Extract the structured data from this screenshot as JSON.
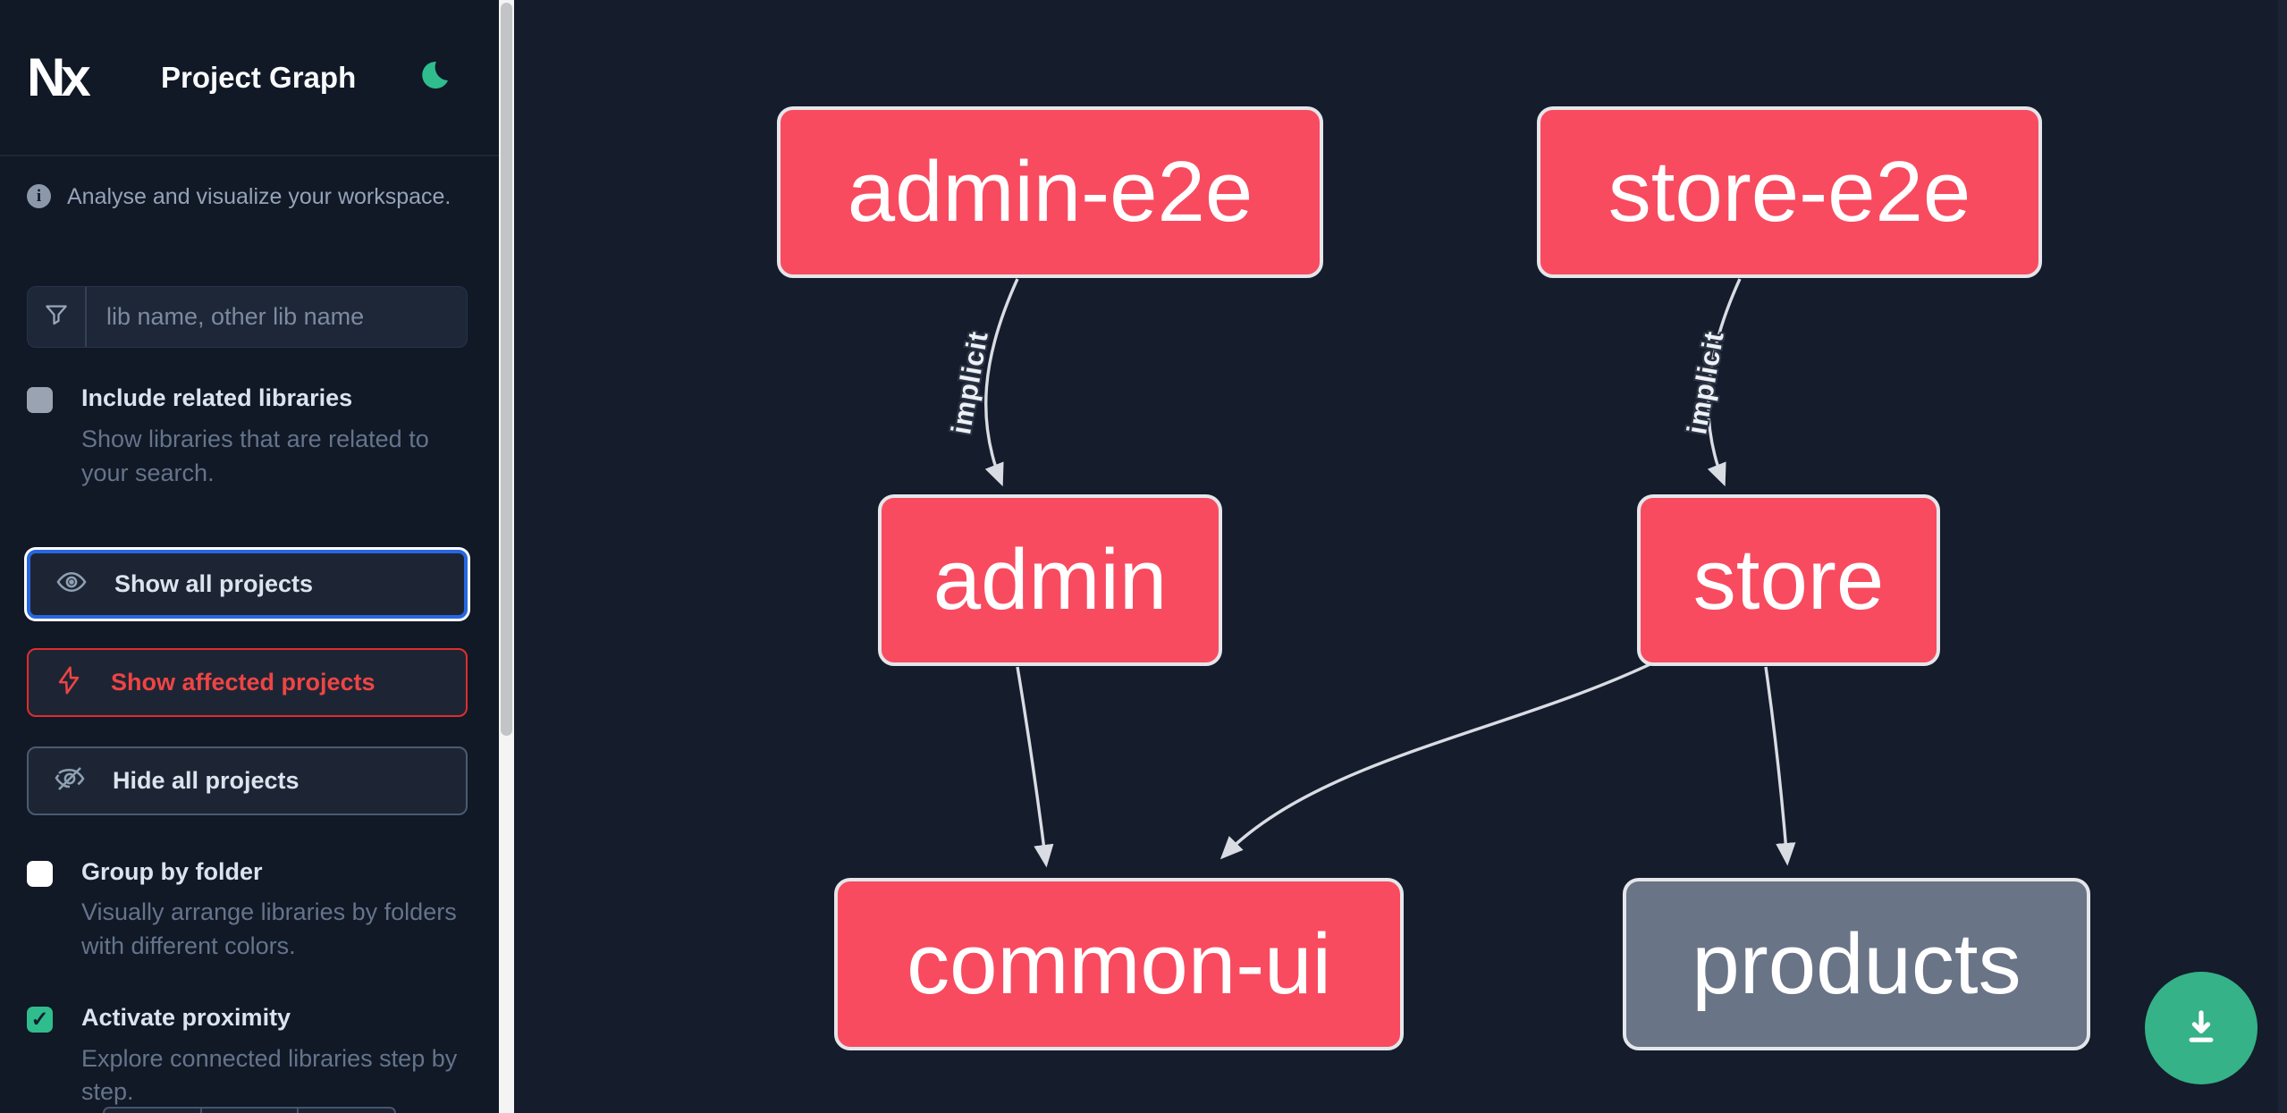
{
  "header": {
    "logo_text": "Nx",
    "title": "Project Graph",
    "theme_icon": "moon-icon"
  },
  "sidebar": {
    "tagline": "Analyse and visualize your workspace.",
    "search_placeholder": "lib name, other lib name",
    "toggles": [
      {
        "label": "Include related libraries",
        "description": "Show libraries that are related to your search.",
        "checked": false,
        "check_glyph": ""
      },
      {
        "label": "Group by folder",
        "description": "Visually arrange libraries by folders with different colors.",
        "checked": false,
        "check_glyph": ""
      },
      {
        "label": "Activate proximity",
        "description": "Explore connected libraries step by step.",
        "checked": true,
        "check_glyph": "✓"
      }
    ],
    "buttons": [
      {
        "label": "Show all projects",
        "icon": "eye-icon",
        "state": "focused"
      },
      {
        "label": "Show affected projects",
        "icon": "bolt-icon",
        "state": "affected"
      },
      {
        "label": "Hide all projects",
        "icon": "eye-off-icon",
        "state": "default"
      }
    ]
  },
  "graph": {
    "nodes": [
      {
        "id": "admin-e2e",
        "label": "admin-e2e",
        "color": "#f84b60"
      },
      {
        "id": "store-e2e",
        "label": "store-e2e",
        "color": "#f84b60"
      },
      {
        "id": "admin",
        "label": "admin",
        "color": "#f84b60"
      },
      {
        "id": "store",
        "label": "store",
        "color": "#f84b60"
      },
      {
        "id": "common-ui",
        "label": "common-ui",
        "color": "#f84b60"
      },
      {
        "id": "products",
        "label": "products",
        "color": "#697486"
      }
    ],
    "edges": [
      {
        "source": "admin-e2e",
        "target": "admin",
        "label": "implicit"
      },
      {
        "source": "store-e2e",
        "target": "store",
        "label": "implicit"
      },
      {
        "source": "admin",
        "target": "common-ui",
        "label": ""
      },
      {
        "source": "store",
        "target": "common-ui",
        "label": ""
      },
      {
        "source": "store",
        "target": "products",
        "label": ""
      }
    ]
  },
  "colors": {
    "sidebar_bg": "#111826",
    "canvas_bg": "#151c2c",
    "node_pink": "#f84b60",
    "node_gray": "#697486",
    "node_border": "#e4e6ea",
    "edge": "#d9dde3",
    "accent_green": "#35b287",
    "focus_blue": "#2767e2",
    "affected_red": "#ef4444"
  }
}
